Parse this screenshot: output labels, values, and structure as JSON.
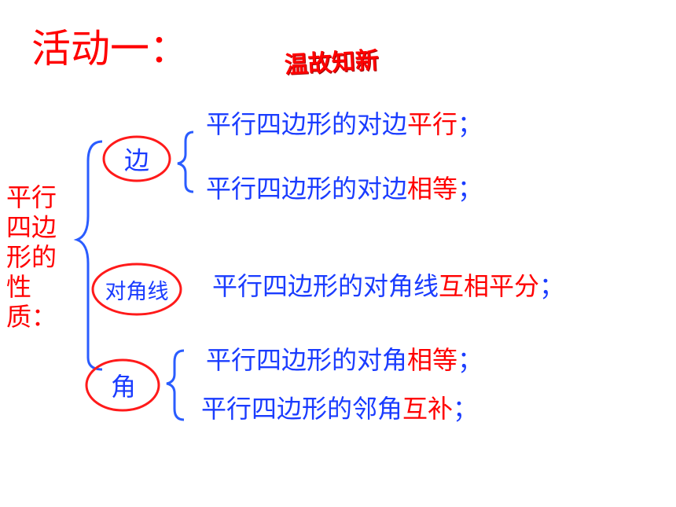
{
  "title": "活动一：",
  "subtitle": "温故知新",
  "topic": "平行四边形的性质：",
  "groups": {
    "side": {
      "label": "边",
      "lines": [
        {
          "prefix": "平行四边形的对边",
          "key": "平行",
          "suffix": "；"
        },
        {
          "prefix": "平行四边形的对边",
          "key": "相等",
          "suffix": "；"
        }
      ]
    },
    "diagonal": {
      "label": "对角线",
      "lines": [
        {
          "prefix": "平行四边形的对角线",
          "key": "互相平分",
          "suffix": "；"
        }
      ]
    },
    "angle": {
      "label": "角",
      "lines": [
        {
          "prefix": "平行四边形的对角",
          "key": "相等",
          "suffix": "；"
        },
        {
          "prefix": "平行四边形的邻角",
          "key": "互补",
          "suffix": "；"
        }
      ]
    }
  },
  "colors": {
    "accent_red": "#ff0000",
    "text_blue": "#1a3cff"
  }
}
